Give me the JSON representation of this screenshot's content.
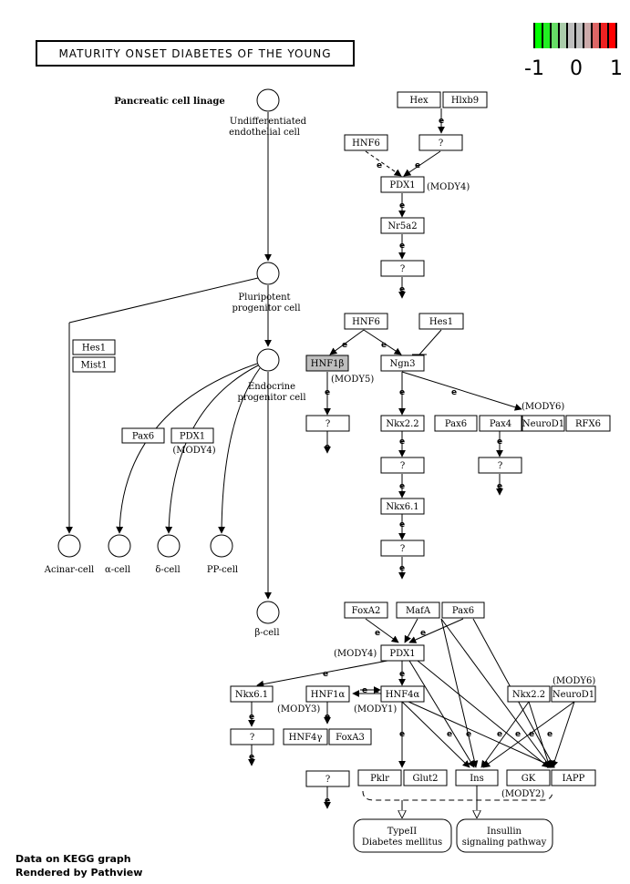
{
  "title": "MATURITY ONSET DIABETES OF THE YOUNG",
  "scale": {
    "labels": [
      "-1",
      "0",
      "1"
    ],
    "colors": [
      "#00ff00",
      "#22ee22",
      "#66dd66",
      "#aaccaa",
      "#bebebe",
      "#bebebe",
      "#ccaaaa",
      "#dd6666",
      "#ee2222",
      "#ff0000"
    ]
  },
  "footer": [
    "Data on KEGG graph",
    "Rendered by Pathview"
  ],
  "lineage_title": "Pancreatic cell linage",
  "cells": {
    "undiff": [
      "Undifferentiated",
      "endothelial cell"
    ],
    "pluri": [
      "Pluripotent",
      "progenitor cell"
    ],
    "endo": [
      "Endocrine",
      "progenitor cell"
    ],
    "acinar": "Acinar-cell",
    "alpha": "α-cell",
    "delta": "δ-cell",
    "pp": "PP-cell",
    "beta": "β-cell"
  },
  "genes": {
    "hes1_a": "Hes1",
    "mist1": "Mist1",
    "pax6_a": "Pax6",
    "pdx1_a": "PDX1",
    "hex": "Hex",
    "hlxb9": "Hlxb9",
    "hnf6_a": "HNF6",
    "q1": "?",
    "pdx1_b": "PDX1",
    "nr5a2": "Nr5a2",
    "q2": "?",
    "hnf6_b": "HNF6",
    "hes1_b": "Hes1",
    "hnf1b": "HNF1β",
    "ngn3": "Ngn3",
    "q3": "?",
    "nkx22_a": "Nkx2.2",
    "q4": "?",
    "nkx61_a": "Nkx6.1",
    "q5": "?",
    "pax6_b": "Pax6",
    "pax4": "Pax4",
    "neurod1_a": "NeuroD1",
    "rfx6": "RFX6",
    "q6": "?",
    "foxa2": "FoxA2",
    "mafa": "MafA",
    "pax6_c": "Pax6",
    "pdx1_c": "PDX1",
    "nkx61_b": "Nkx6.1",
    "hnf1a": "HNF1α",
    "hnf4a": "HNF4α",
    "nkx22_b": "Nkx2.2",
    "neurod1_b": "NeuroD1",
    "q7": "?",
    "hnf4g": "HNF4γ",
    "foxa3": "FoxA3",
    "q8": "?",
    "pklr": "Pklr",
    "glut2": "Glut2",
    "ins": "Ins",
    "gk": "GK",
    "iapp": "IAPP"
  },
  "mody": {
    "m4a": "(MODY4)",
    "m4b": "(MODY4)",
    "m5": "(MODY5)",
    "m6a": "(MODY6)",
    "m4c": "(MODY4)",
    "m6b": "(MODY6)",
    "m3": "(MODY3)",
    "m1": "(MODY1)",
    "m2": "(MODY2)"
  },
  "pathways": {
    "t2d": [
      "TypeII",
      "Diabetes mellitus"
    ],
    "ins": [
      "Insullin",
      "signaling pathway"
    ]
  },
  "edge_label": "e"
}
